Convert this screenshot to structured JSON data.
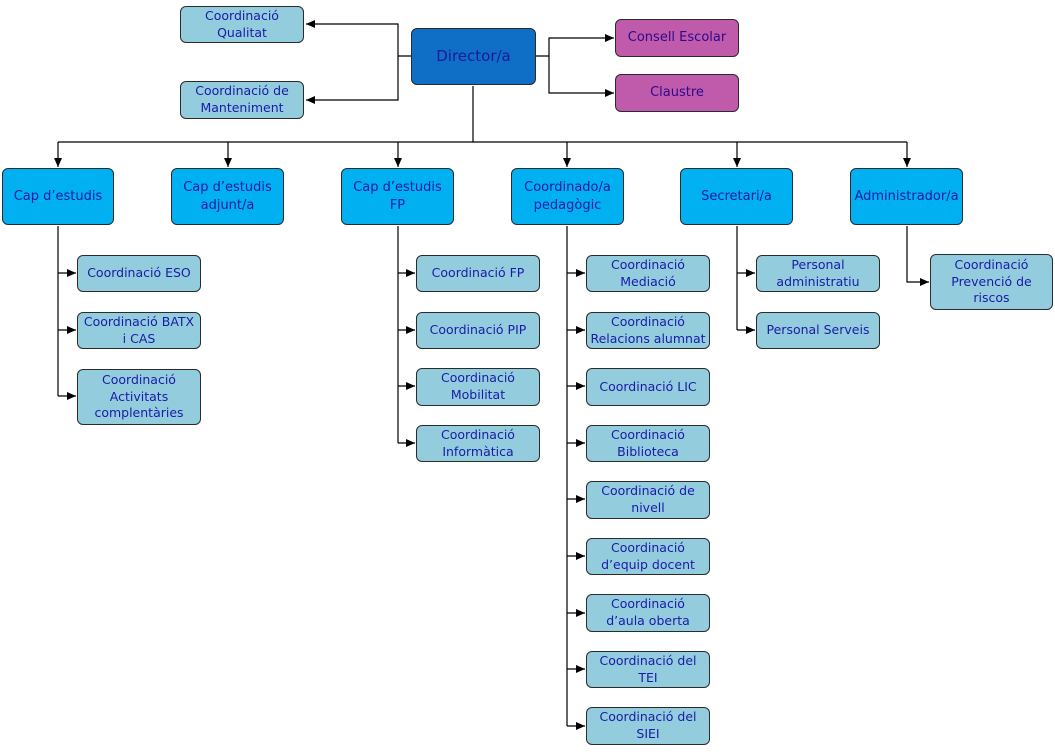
{
  "director": "Director/a",
  "left": {
    "qualitat": "Coordinació\nQualitat",
    "manteniment": "Coordinació de\nManteniment"
  },
  "right": {
    "consell": "Consell Escolar",
    "claustre": "Claustre"
  },
  "heads": {
    "cap_estudis": "Cap d’estudis",
    "cap_adjunt": "Cap d’estudis\nadjunt/a",
    "cap_fp": "Cap d’estudis FP",
    "coord_ped": "Coordinado/a\npedagògic",
    "secretari": "Secretari/a",
    "administrador": "Administrador/a"
  },
  "cap_estudis_items": [
    "Coordinació ESO",
    "Coordinació BATX\ni CAS",
    "Coordinació\nActivitats\ncomplentàries"
  ],
  "cap_fp_items": [
    "Coordinació FP",
    "Coordinació PIP",
    "Coordinació\nMobilitat",
    "Coordinació\nInformàtica"
  ],
  "pedagogic_items": [
    "Coordinació\nMediació",
    "Coordinació\nRelacions alumnat",
    "Coordinació LIC",
    "Coordinació\nBiblioteca",
    "Coordinació de\nnivell",
    "Coordinació\nd’equip docent",
    "Coordinació\nd’aula oberta",
    "Coordinació del\nTEI",
    "Coordinació del\nSIEI"
  ],
  "secretari_items": [
    "Personal\nadministratiu",
    "Personal Serveis"
  ],
  "administrador_items": [
    "Coordinació\nPrevenció de\nriscos"
  ],
  "colors": {
    "director": "#0f6fc6",
    "council": "#c05bac",
    "head": "#00b0f0",
    "sub": "#93cddd",
    "text": "#1a1aa8",
    "line": "#000000"
  }
}
